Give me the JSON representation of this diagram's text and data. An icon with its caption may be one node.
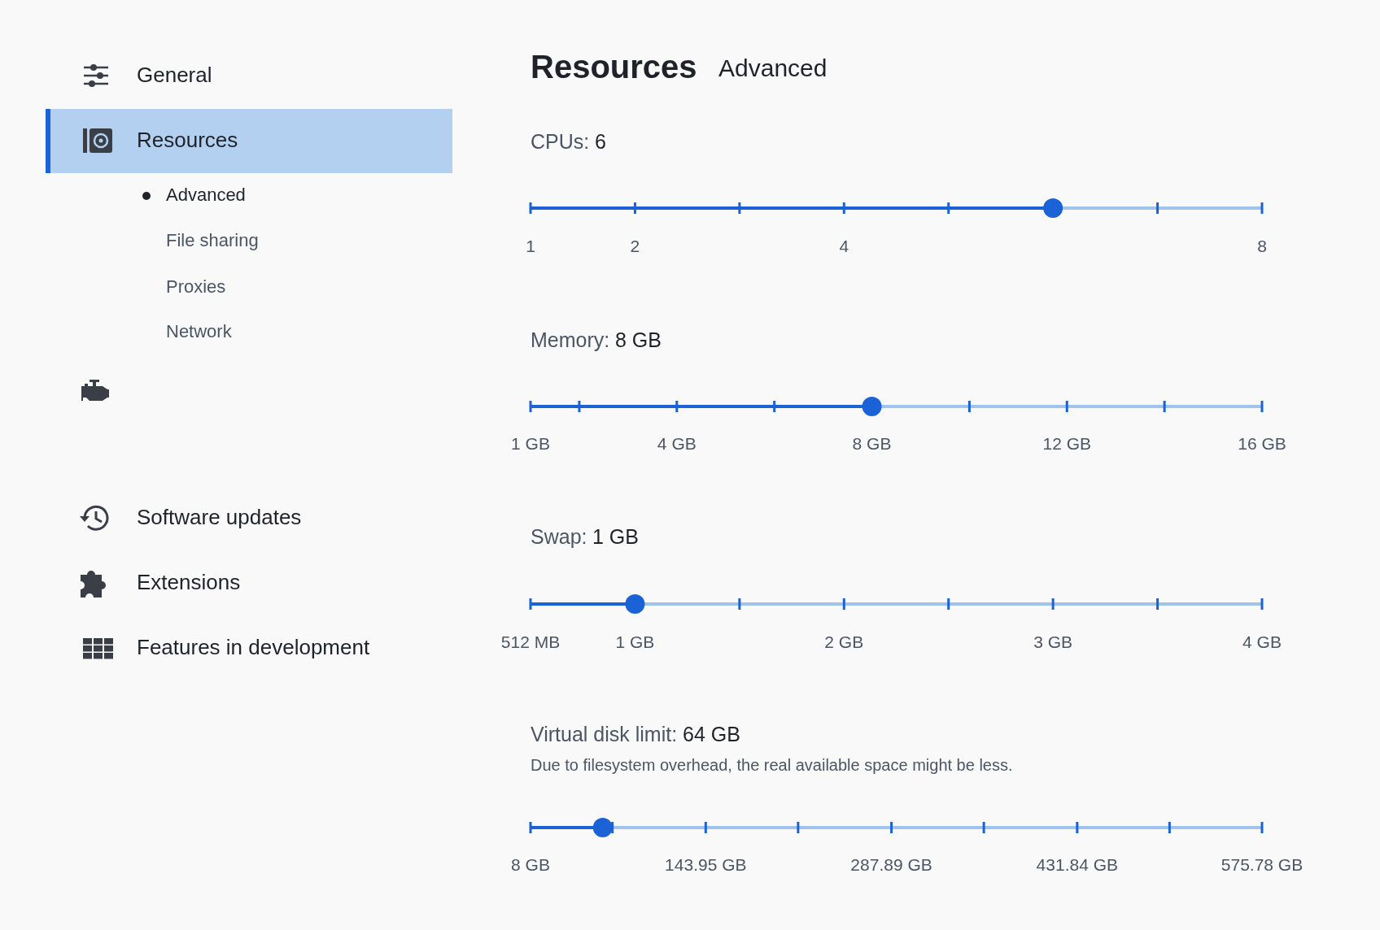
{
  "diagram": {
    "title": "Resources",
    "labels": [
      "General",
      "Resources",
      "Advanced",
      "File sharing",
      "Proxies",
      "Network",
      "Software updates",
      "Extensions",
      "Features in development",
      "Advanced",
      "CPUs:",
      "6",
      "1",
      "2",
      "4",
      "8",
      "Memory:",
      "8 GB",
      "1 GB",
      "4 GB",
      "8 GB",
      "12 GB",
      "16 GB",
      "Swap:",
      "1 GB",
      "512 MB",
      "1 GB",
      "2 GB",
      "3 GB",
      "4 GB",
      "Virtual disk limit:",
      "64 GB",
      "Due to filesystem overhead, the real available space might be less.",
      "8 GB",
      "143.95 GB",
      "287.89 GB",
      "431.84 GB",
      "575.78 GB"
    ]
  }
}
